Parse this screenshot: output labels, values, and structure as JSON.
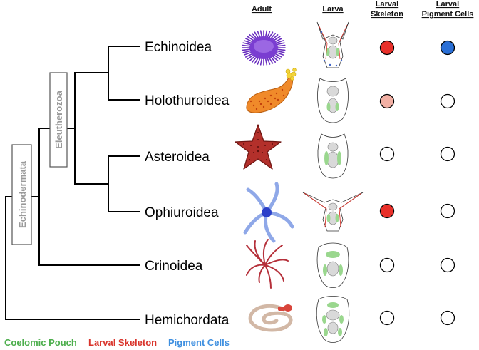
{
  "headers": {
    "adult": "Adult",
    "larva": "Larva",
    "larval_skeleton_line1": "Larval",
    "larval_skeleton_line2": "Skeleton",
    "larval_pigment_line1": "Larval",
    "larval_pigment_line2": "Pigment Cells"
  },
  "clades": {
    "echinodermata": "Echinodermata",
    "eleutherozoa": "Eleutherozoa"
  },
  "taxa": [
    {
      "name": "Echinoidea",
      "larval_skeleton": "present",
      "larval_pigment_cells": "present"
    },
    {
      "name": "Holothuroidea",
      "larval_skeleton": "reduced",
      "larval_pigment_cells": "absent"
    },
    {
      "name": "Asteroidea",
      "larval_skeleton": "absent",
      "larval_pigment_cells": "absent"
    },
    {
      "name": "Ophiuroidea",
      "larval_skeleton": "present",
      "larval_pigment_cells": "absent"
    },
    {
      "name": "Crinoidea",
      "larval_skeleton": "absent",
      "larval_pigment_cells": "absent"
    },
    {
      "name": "Hemichordata",
      "larval_skeleton": "absent",
      "larval_pigment_cells": "absent"
    }
  ],
  "legend": [
    {
      "label": "Coelomic Pouch",
      "color": "#4cae4c"
    },
    {
      "label": "Larval Skeleton",
      "color": "#d9342b"
    },
    {
      "label": "Pigment Cells",
      "color": "#3e8fe0"
    }
  ],
  "colors": {
    "skeleton_present": "#e8302a",
    "skeleton_reduced": "#f2b0a4",
    "pigment_present": "#2a6fd6",
    "absent_fill": "#ffffff"
  }
}
